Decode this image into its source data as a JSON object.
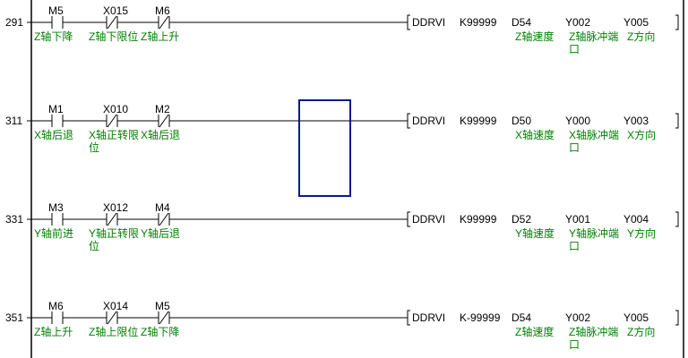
{
  "window": {
    "background": "#ffffff",
    "comment_color": "#008000",
    "cursor_color": "#0a1a8c"
  },
  "rungs": [
    {
      "step": "291",
      "contacts": [
        {
          "device": "M5",
          "type": "NO",
          "comment": [
            "Z轴下降"
          ]
        },
        {
          "device": "X015",
          "type": "NC",
          "comment": [
            "Z轴下限位"
          ]
        },
        {
          "device": "M6",
          "type": "NC",
          "comment": [
            "Z轴上升"
          ]
        }
      ],
      "instruction": {
        "mnemonic": "DDRVI",
        "operands": [
          {
            "value": "K99999",
            "comment": []
          },
          {
            "value": "D54",
            "comment": [
              "Z轴速度"
            ]
          },
          {
            "value": "Y002",
            "comment": [
              "Z轴脉冲端",
              "口"
            ]
          },
          {
            "value": "Y005",
            "comment": [
              "Z方向"
            ]
          }
        ]
      }
    },
    {
      "step": "311",
      "contacts": [
        {
          "device": "M1",
          "type": "NO",
          "comment": [
            "X轴后退"
          ]
        },
        {
          "device": "X010",
          "type": "NC",
          "comment": [
            "X轴正转限",
            "位"
          ]
        },
        {
          "device": "M2",
          "type": "NC",
          "comment": [
            "X轴后退"
          ]
        }
      ],
      "instruction": {
        "mnemonic": "DDRVI",
        "operands": [
          {
            "value": "K99999",
            "comment": []
          },
          {
            "value": "D50",
            "comment": [
              "X轴速度"
            ]
          },
          {
            "value": "Y000",
            "comment": [
              "X轴脉冲端",
              "口"
            ]
          },
          {
            "value": "Y003",
            "comment": [
              "X方向"
            ]
          }
        ]
      }
    },
    {
      "step": "331",
      "contacts": [
        {
          "device": "M3",
          "type": "NO",
          "comment": [
            "Y轴前进"
          ]
        },
        {
          "device": "X012",
          "type": "NC",
          "comment": [
            "Y轴正转限",
            "位"
          ]
        },
        {
          "device": "M4",
          "type": "NC",
          "comment": [
            "Y轴后退"
          ]
        }
      ],
      "instruction": {
        "mnemonic": "DDRVI",
        "operands": [
          {
            "value": "K99999",
            "comment": []
          },
          {
            "value": "D52",
            "comment": [
              "Y轴速度"
            ]
          },
          {
            "value": "Y001",
            "comment": [
              "Y轴脉冲端",
              "口"
            ]
          },
          {
            "value": "Y004",
            "comment": [
              "Y方向"
            ]
          }
        ]
      }
    },
    {
      "step": "351",
      "contacts": [
        {
          "device": "M6",
          "type": "NO",
          "comment": [
            "Z轴上升"
          ]
        },
        {
          "device": "X014",
          "type": "NC",
          "comment": [
            "Z轴上限位"
          ]
        },
        {
          "device": "M5",
          "type": "NC",
          "comment": [
            "Z轴下降"
          ]
        }
      ],
      "instruction": {
        "mnemonic": "DDRVI",
        "operands": [
          {
            "value": "K-99999",
            "comment": []
          },
          {
            "value": "D54",
            "comment": [
              "Z轴速度"
            ]
          },
          {
            "value": "Y002",
            "comment": [
              "Z轴脉冲端",
              "口"
            ]
          },
          {
            "value": "Y005",
            "comment": [
              "Z方向"
            ]
          }
        ]
      }
    }
  ]
}
